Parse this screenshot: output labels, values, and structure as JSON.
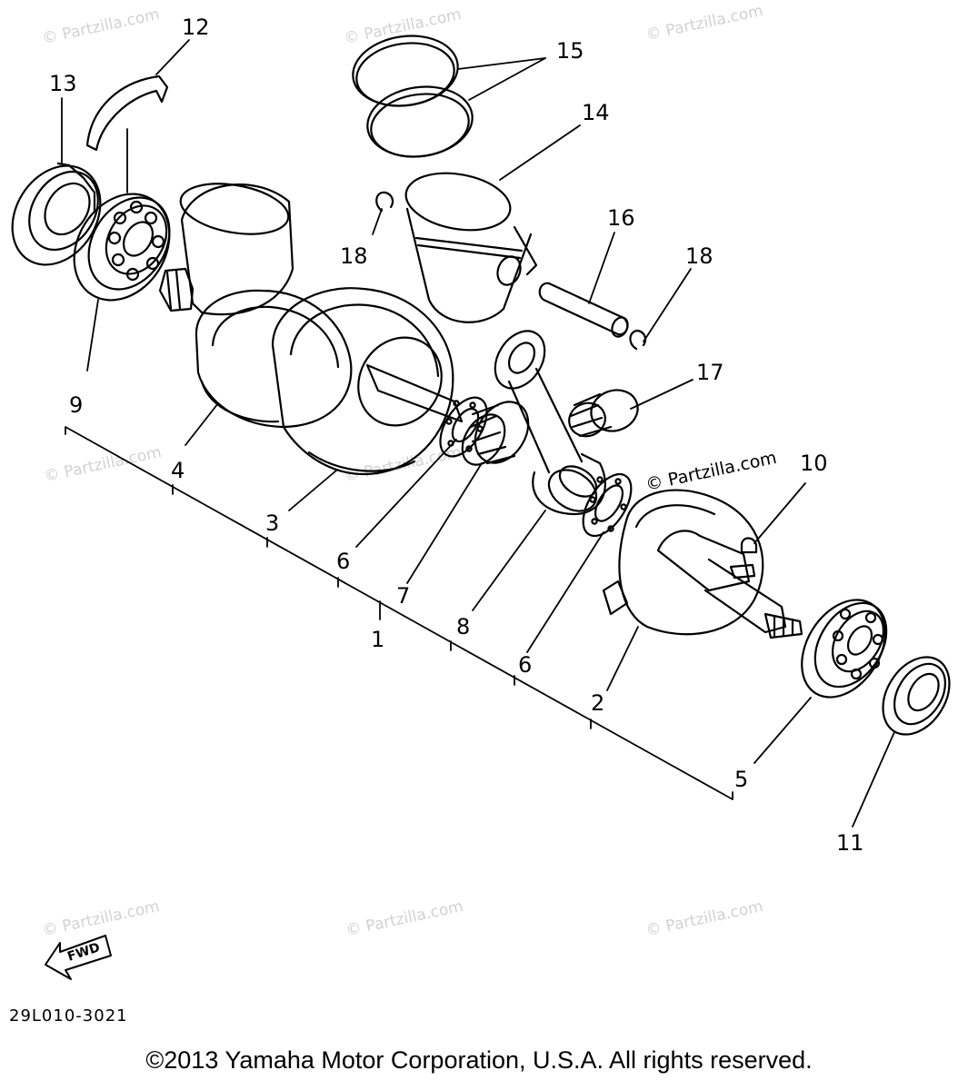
{
  "callouts": {
    "c1": "1",
    "c2": "2",
    "c3": "3",
    "c4": "4",
    "c5": "5",
    "c6a": "6",
    "c6b": "6",
    "c7": "7",
    "c8": "8",
    "c9": "9",
    "c10": "10",
    "c11": "11",
    "c12": "12",
    "c13": "13",
    "c14": "14",
    "c15": "15",
    "c16": "16",
    "c17a": "17",
    "c18a": "18",
    "c18b": "18"
  },
  "watermark": "© Partzilla.com",
  "fwd_label": "FWD",
  "diagram_code": "29L010-3021",
  "copyright": "©2013 Yamaha Motor Corporation, U.S.A. All rights reserved.",
  "colors": {
    "ink": "#000000",
    "watermark": "#d2d2d2",
    "background": "#ffffff"
  }
}
